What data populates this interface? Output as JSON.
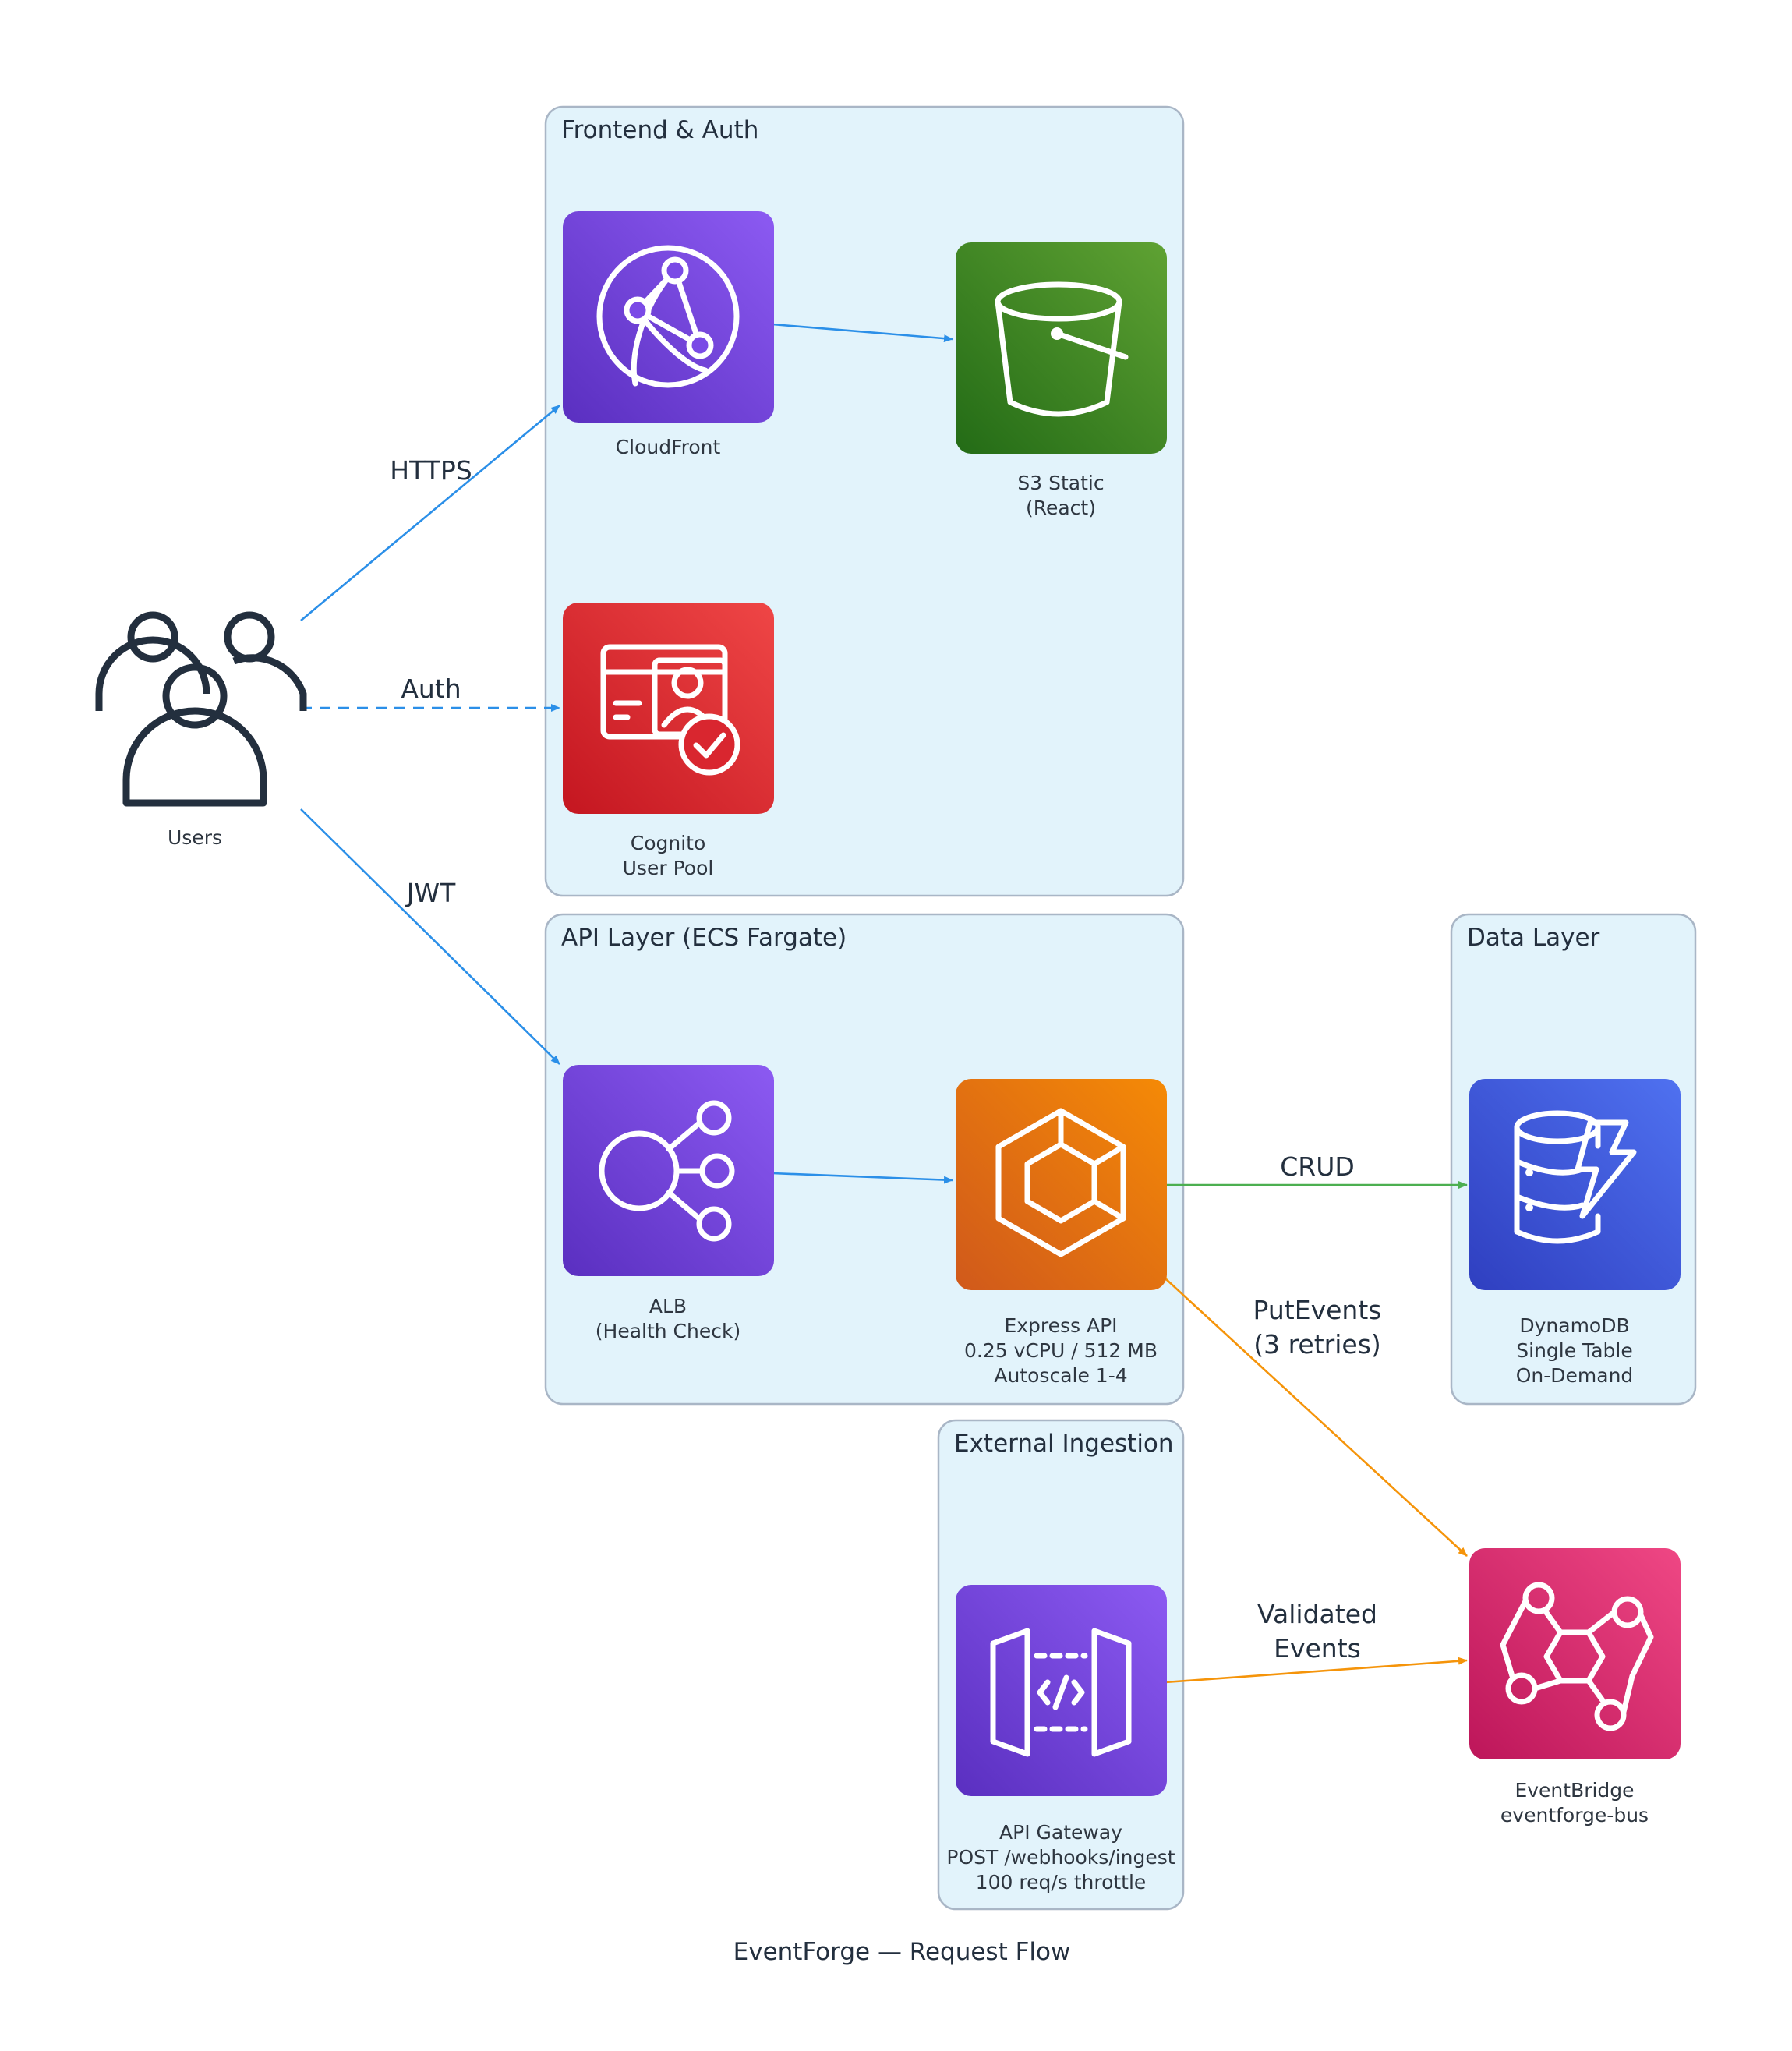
{
  "title": "EventForge — Request Flow",
  "clusters": {
    "frontend": "Frontend & Auth",
    "api": "API Layer (ECS Fargate)",
    "data": "Data Layer",
    "external": "External Ingestion"
  },
  "nodes": {
    "users": [
      "Users"
    ],
    "cloudfront": [
      "CloudFront"
    ],
    "s3": [
      "S3 Static",
      "(React)"
    ],
    "cognito": [
      "Cognito",
      "User Pool"
    ],
    "alb": [
      "ALB",
      "(Health Check)"
    ],
    "express": [
      "Express API",
      "0.25 vCPU / 512 MB",
      "Autoscale 1-4"
    ],
    "dynamodb": [
      "DynamoDB",
      "Single Table",
      "On-Demand"
    ],
    "apigw": [
      "API Gateway",
      "POST /webhooks/ingest",
      "100 req/s throttle"
    ],
    "eventbridge": [
      "EventBridge",
      "eventforge-bus"
    ]
  },
  "edges": {
    "https": [
      "HTTPS"
    ],
    "auth": [
      "Auth"
    ],
    "jwt": [
      "JWT"
    ],
    "crud": [
      "CRUD"
    ],
    "putevents": [
      "PutEvents",
      "(3 retries)"
    ],
    "validated": [
      "Validated",
      "Events"
    ]
  },
  "icons": {
    "users": "users-icon",
    "cloudfront": "cloudfront-icon",
    "s3": "s3-bucket-icon",
    "cognito": "cognito-icon",
    "alb": "load-balancer-icon",
    "express": "ecs-container-icon",
    "dynamodb": "dynamodb-icon",
    "apigw": "api-gateway-icon",
    "eventbridge": "eventbridge-icon"
  },
  "colors": {
    "cluster_fill": "#e2f3fb",
    "cluster_stroke": "#a9b6c6",
    "edge_blue": "#2b8fe8",
    "edge_green": "#4caf50",
    "edge_orange": "#f5940a",
    "purple": "#6f3fd6",
    "green": "#3d8b25",
    "red": "#d72a33",
    "orange": "#e5700f",
    "blue": "#3f5fe0",
    "pink": "#d2286a"
  }
}
